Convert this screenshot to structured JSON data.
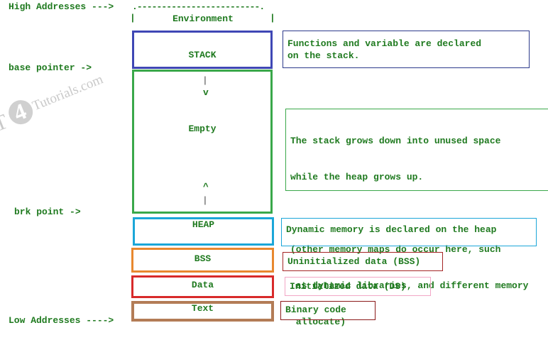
{
  "watermark": {
    "initial": "T",
    "digit": "4",
    "text": "Tutorials.com"
  },
  "left_labels": {
    "high": "High Addresses --->",
    "base": "base pointer ->",
    "brk": "brk point ->",
    "low": "Low Addresses ---->"
  },
  "environment": {
    "dots": ".-------------------------.",
    "label": "Environment",
    "bar_left": "|",
    "bar_right": "|"
  },
  "segments": {
    "stack": {
      "label": "STACK",
      "color": "#3f47b5"
    },
    "empty": {
      "label": "Empty",
      "pipe_top": "|",
      "arrow_down": "v",
      "arrow_up": "^",
      "pipe_bottom": "|",
      "color": "#3aa84a"
    },
    "heap": {
      "label": "HEAP",
      "color": "#1ba6d8"
    },
    "bss": {
      "label": "BSS",
      "color": "#e8882f"
    },
    "data": {
      "label": "Data",
      "color": "#d82a2a"
    },
    "text": {
      "label": "Text",
      "color": "#b37c56"
    }
  },
  "notes": {
    "stack": {
      "lines": [
        "Functions and variable are declared",
        "on the stack."
      ],
      "border": "#2d3a8c"
    },
    "empty": {
      "lines": [
        "The stack grows down into unused space",
        "while the heap grows up.",
        "",
        "(other memory maps do occur here, such",
        " as dynamic libraries, and different memory",
        " allocate)"
      ],
      "border": "#3aa84a"
    },
    "heap": {
      "lines": [
        "Dynamic memory is declared on the heap"
      ],
      "border": "#1ba6d8"
    },
    "bss": {
      "lines": [
        "Uninitialized data (BSS)"
      ],
      "border": "#a52525"
    },
    "data": {
      "lines": [
        "Initialized data (DS)"
      ],
      "border": "#f2a6c6"
    },
    "text": {
      "lines": [
        "Binary code"
      ],
      "border": "#8b1a1a"
    }
  }
}
